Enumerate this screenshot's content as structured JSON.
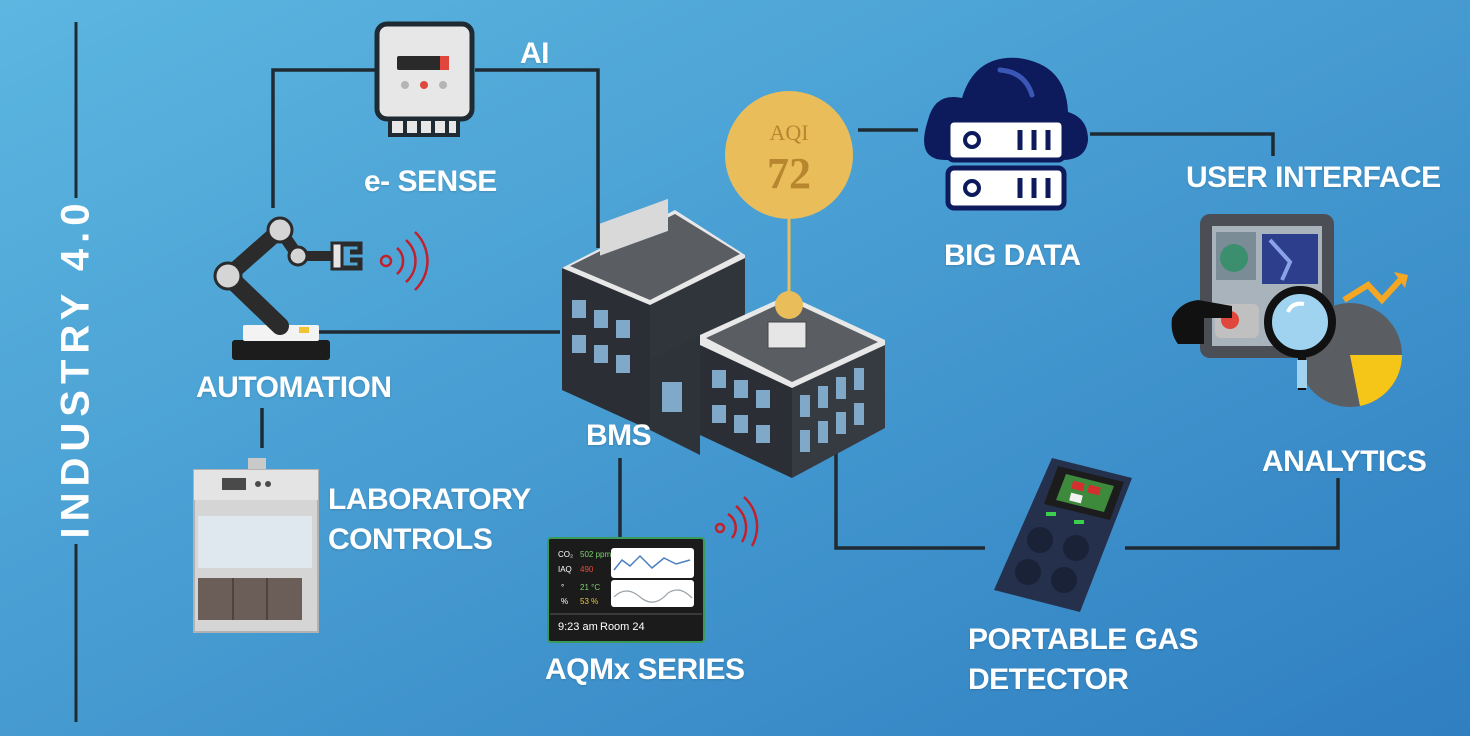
{
  "side_title": "INDUSTRY 4.0",
  "nodes": {
    "esense": "e- SENSE",
    "ai": "AI",
    "automation": "AUTOMATION",
    "lab_line1": "LABORATORY",
    "lab_line2": "CONTROLS",
    "bms": "BMS",
    "aqmx": "AQMx SERIES",
    "big_data": "BIG DATA",
    "user_interface": "USER INTERFACE",
    "analytics": "ANALYTICS",
    "gas_line1": "PORTABLE GAS",
    "gas_line2": "DETECTOR"
  },
  "aqi": {
    "label": "AQI",
    "value": "72"
  },
  "aqmx_screen": {
    "rows": [
      {
        "label": "CO₂",
        "value": "502 ppm",
        "color": "#7bd36b"
      },
      {
        "label": "IAQ",
        "value": "490",
        "color": "#e84a3a"
      },
      {
        "label": "°",
        "value": "21 °C",
        "color": "#7bd36b"
      },
      {
        "label": "%",
        "value": "53 %",
        "color": "#e8c93a"
      }
    ],
    "time": "9:23 am",
    "room": "Room 24"
  },
  "colors": {
    "background_light": "#5cb6e0",
    "background_dark": "#2f7fc1",
    "line": "#1f2a33",
    "aqi_fill": "#e8bd5a",
    "signal": "#c2202b",
    "cloud": "#0d1a5c"
  }
}
